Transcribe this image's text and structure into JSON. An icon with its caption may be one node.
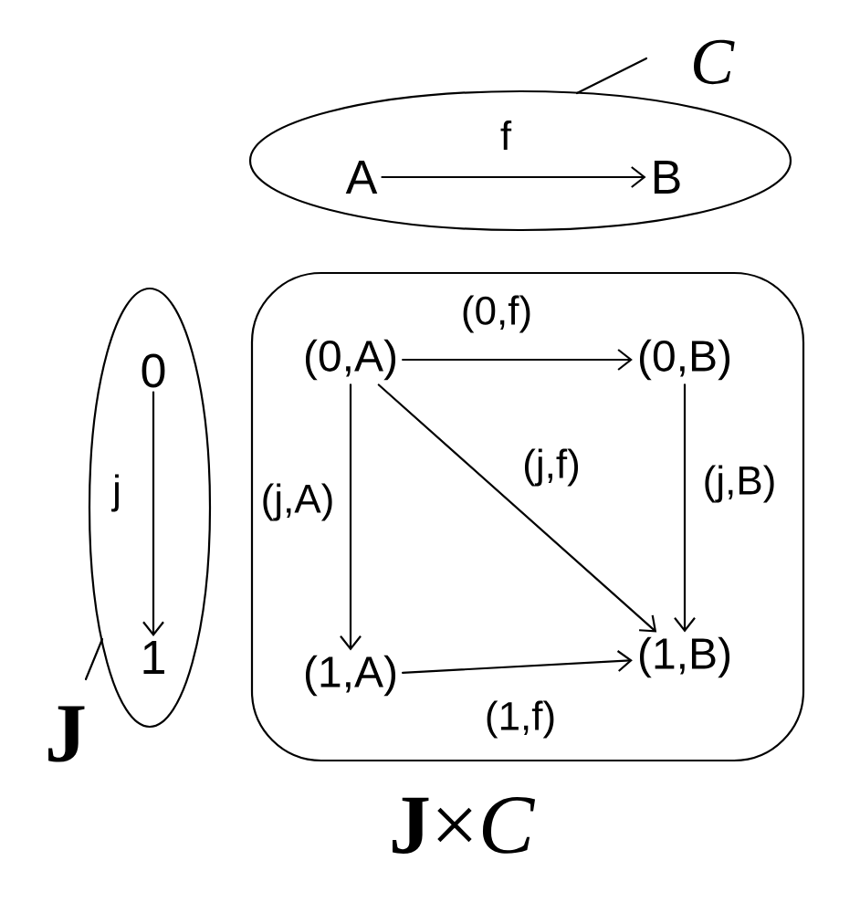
{
  "diagram": {
    "nodes": [
      {
        "text": [
          "C"
        ]
      },
      {
        "text": [
          "A"
        ],
        "in": 0
      },
      {
        "text": [
          "B"
        ],
        "in": 0
      },
      {
        "text": [
          "J"
        ]
      },
      {
        "text": [
          "0"
        ],
        "in": 3
      },
      {
        "text": [
          "1"
        ],
        "in": 3
      },
      {
        "text": [
          "**J**×*C*"
        ]
      },
      {
        "text": [
          "(0,A)"
        ],
        "in": 6
      },
      {
        "text": [
          "(0,B)"
        ],
        "in": 6
      },
      {
        "text": [
          "(1,A)"
        ],
        "in": 6
      },
      {
        "text": [
          "(1,B)"
        ],
        "in": 6
      }
    ],
    "edges": [
      {
        "from": 1,
        "to": 2,
        "arrow": "to",
        "label": "f"
      },
      {
        "from": 4,
        "to": 5,
        "arrow": "to",
        "label": "j"
      },
      {
        "from": 7,
        "to": 8,
        "arrow": "to",
        "label": "(0,f)"
      },
      {
        "from": 7,
        "to": 9,
        "arrow": "to",
        "label": "(j,A)"
      },
      {
        "from": 7,
        "to": 10,
        "arrow": "to",
        "label": "(j,f)"
      },
      {
        "from": 8,
        "to": 10,
        "arrow": "to",
        "label": "(j,B)"
      },
      {
        "from": 9,
        "to": 10,
        "arrow": "to",
        "label": "(1,f)"
      }
    ]
  }
}
